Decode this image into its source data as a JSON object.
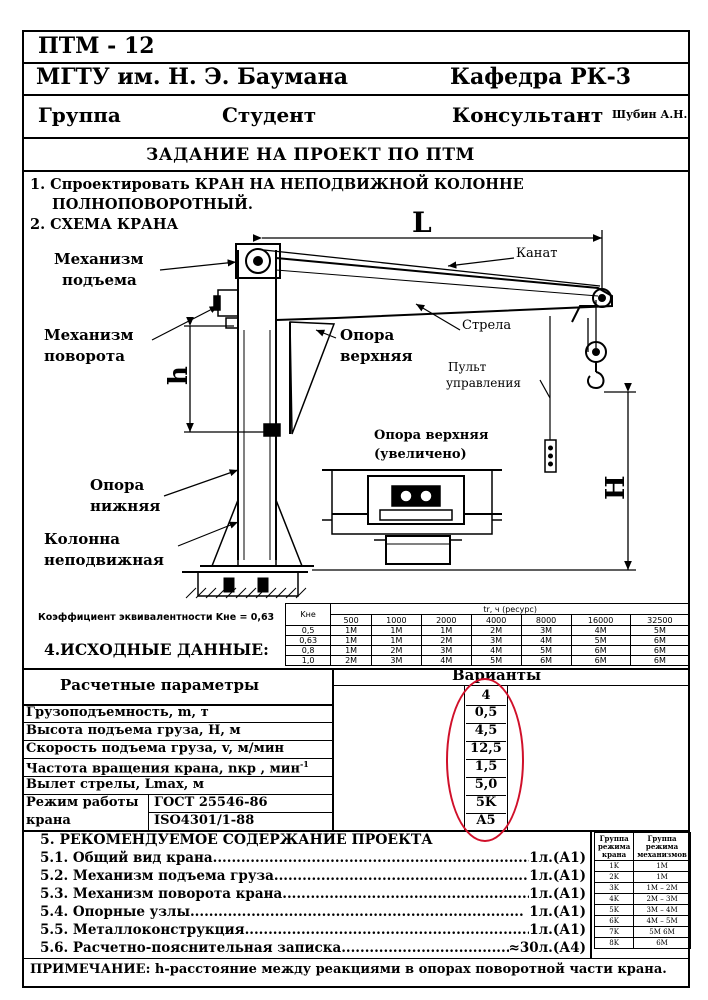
{
  "header": {
    "code": "ПТМ - 12",
    "university": "МГТУ им. Н. Э. Баумана",
    "department": "Кафедра  РК-3",
    "group_label": "Группа",
    "student_label": "Студент",
    "consultant_label": "Консультант",
    "consultant_name": "Шубин А.Н."
  },
  "title": "ЗАДАНИЕ  НА  ПРОЕКТ  ПО  ПТМ",
  "task": {
    "item1_line1": "1. Спроектировать КРАН НА НЕПОДВИЖНОЙ КОЛОННЕ",
    "item1_line2": "ПОЛНОПОВОРОТНЫЙ.",
    "item2": "2.  СХЕМА КРАНА"
  },
  "scheme": {
    "dim_L": "L",
    "dim_h": "h",
    "dim_H": "H",
    "lift_mech_1": "Механизм",
    "lift_mech_2": "подъема",
    "rot_mech_1": "Механизм",
    "rot_mech_2": "поворота",
    "lower_support_1": "Опора",
    "lower_support_2": "нижняя",
    "column_1": "Колонна",
    "column_2": "неподвижная",
    "rope": "Канат",
    "boom": "Стрела",
    "upper_support_1": "Опора",
    "upper_support_2": "верхняя",
    "pendant_1": "Пульт",
    "pendant_2": "управления",
    "detail_1": "Опора верхняя",
    "detail_2": "(увеличено)"
  },
  "coef_note": "Коэффициент эквивалентности Kнe = 0,63",
  "resource_table": {
    "corner": "Kнe",
    "resource_header": "tr, ч (ресурс)",
    "columns": [
      "500",
      "1000",
      "2000",
      "4000",
      "8000",
      "16000",
      "32500"
    ],
    "rows": [
      {
        "k": "0,5",
        "cells": [
          "1M",
          "1M",
          "1M",
          "2M",
          "3M",
          "4M",
          "5M"
        ]
      },
      {
        "k": "0,63",
        "cells": [
          "1M",
          "1M",
          "2M",
          "3M",
          "4M",
          "5M",
          "6M"
        ]
      },
      {
        "k": "0,8",
        "cells": [
          "1M",
          "2M",
          "3M",
          "4M",
          "5M",
          "6M",
          "6M"
        ]
      },
      {
        "k": "1,0",
        "cells": [
          "2M",
          "3M",
          "4M",
          "5M",
          "6M",
          "6M",
          "6M"
        ]
      }
    ]
  },
  "section4": "4.ИСХОДНЫЕ ДАННЫЕ:",
  "params": {
    "header": "Расчетные параметры",
    "variants_label": "Варианты",
    "variant": "4",
    "capacity_label": "Грузоподъемность, m, т",
    "capacity": "0,5",
    "height_label": "Высота подъема груза, H, м",
    "height": "4,5",
    "speed_label": "Скорость подъема груза, v, м/мин",
    "speed": "12,5",
    "rot_label": "Частота вращения крана, nкр , мин",
    "rot_sup": "-1",
    "rot": "1,5",
    "reach_label": "Вылет стрелы, Lmax, м",
    "reach": "5,0",
    "mode_label_1": "Режим работы",
    "mode_label_2": "крана",
    "gost": "ГОСТ 25546-86",
    "iso": "ISO4301/1-88",
    "mode_gost": "5K",
    "mode_iso": "A5"
  },
  "section5": {
    "title": "5. РЕКОМЕНДУЕМОЕ СОДЕРЖАНИЕ ПРОЕКТА",
    "items": [
      {
        "text": "5.1. Общий вид крана.....................................................................",
        "val": "1л.(А1)"
      },
      {
        "text": "5.2. Механизм подъема груза......................................................",
        "val": "1л.(А1)"
      },
      {
        "text": "5.3. Механизм поворота крана......................................................",
        "val": "1л.(А1)"
      },
      {
        "text": "5.4. Опорные узлы.......................................................................",
        "val": "1л.(А1)"
      },
      {
        "text": "5.5. Металлоконструкция................................................................",
        "val": "1л.(А1)"
      },
      {
        "text": "5.6. Расчетно-пояснительная записка..........................................",
        "val": "≈30л.(А4)"
      }
    ]
  },
  "mode_table": {
    "h1": "Группа режима крана",
    "h2": "Группа режима механизмов",
    "rows": [
      {
        "a": "1K",
        "b": "1M"
      },
      {
        "a": "2K",
        "b": "1M"
      },
      {
        "a": "3K",
        "b": "1M – 2M"
      },
      {
        "a": "4K",
        "b": "2M – 3M"
      },
      {
        "a": "5K",
        "b": "3M – 4M"
      },
      {
        "a": "6K",
        "b": "4M – 5M"
      },
      {
        "a": "7K",
        "b": "5M    6M"
      },
      {
        "a": "8K",
        "b": "6M"
      }
    ]
  },
  "note_label": "ПРИМЕЧАНИЕ:",
  "note_text": " h-расстояние между реакциями в опорах поворотной части крана.",
  "colors": {
    "highlight": "#d0102a"
  }
}
